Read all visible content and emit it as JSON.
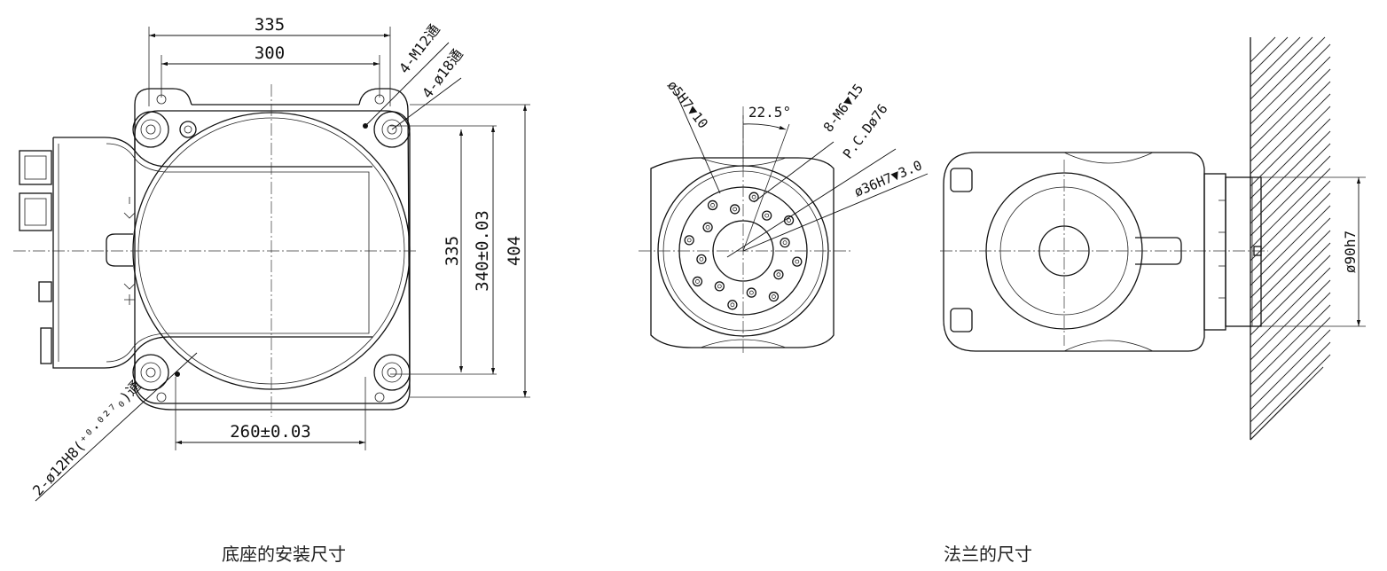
{
  "base_view": {
    "caption": "底座的安装尺寸",
    "dims": {
      "width_outer": "335",
      "width_inner": "300",
      "height_335": "335",
      "height_340": "340±0.03",
      "height_404": "404",
      "bottom_260": "260±0.03",
      "holes_m12": "4-M12通",
      "holes_d18": "4-ø18通",
      "pin_holes": "2-ø12H8(⁺⁰·⁰²⁷₀)通"
    }
  },
  "flange_view": {
    "caption": "法兰的尺寸",
    "dims": {
      "pin_hole": "ø5H7▼10",
      "angle": "22.5°",
      "tapped": "8-M6▼15",
      "pcd": "P.C.Dø76",
      "bore": "ø36H7▼3.0",
      "shaft": "ø90h7"
    }
  }
}
